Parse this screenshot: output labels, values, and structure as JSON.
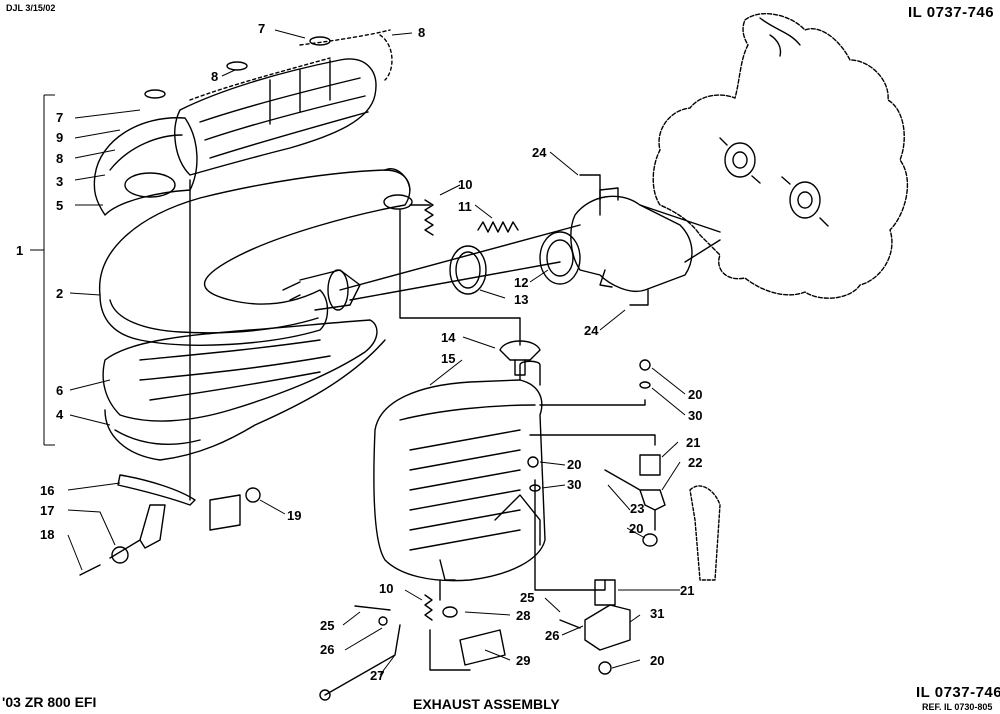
{
  "header": {
    "author_date": "DJL 3/15/02",
    "illustration_id": "IL 0737-746"
  },
  "footer": {
    "model": "'03 ZR 800 EFI",
    "title": "EXHAUST ASSEMBLY",
    "illustration_id": "IL 0737-746",
    "reference": "REF. IL 0730-805"
  },
  "callouts": [
    {
      "num": "1"
    },
    {
      "num": "2"
    },
    {
      "num": "3"
    },
    {
      "num": "4"
    },
    {
      "num": "4"
    },
    {
      "num": "5"
    },
    {
      "num": "6"
    },
    {
      "num": "7"
    },
    {
      "num": "7"
    },
    {
      "num": "8"
    },
    {
      "num": "8"
    },
    {
      "num": "8"
    },
    {
      "num": "9"
    },
    {
      "num": "10"
    },
    {
      "num": "10"
    },
    {
      "num": "11"
    },
    {
      "num": "12"
    },
    {
      "num": "13"
    },
    {
      "num": "14"
    },
    {
      "num": "15"
    },
    {
      "num": "16"
    },
    {
      "num": "17"
    },
    {
      "num": "18"
    },
    {
      "num": "19"
    },
    {
      "num": "20"
    },
    {
      "num": "20"
    },
    {
      "num": "20"
    },
    {
      "num": "20"
    },
    {
      "num": "21"
    },
    {
      "num": "21"
    },
    {
      "num": "22"
    },
    {
      "num": "23"
    },
    {
      "num": "24"
    },
    {
      "num": "24"
    },
    {
      "num": "25"
    },
    {
      "num": "25"
    },
    {
      "num": "26"
    },
    {
      "num": "26"
    },
    {
      "num": "27"
    },
    {
      "num": "28"
    },
    {
      "num": "29"
    },
    {
      "num": "30"
    },
    {
      "num": "30"
    },
    {
      "num": "31"
    }
  ]
}
